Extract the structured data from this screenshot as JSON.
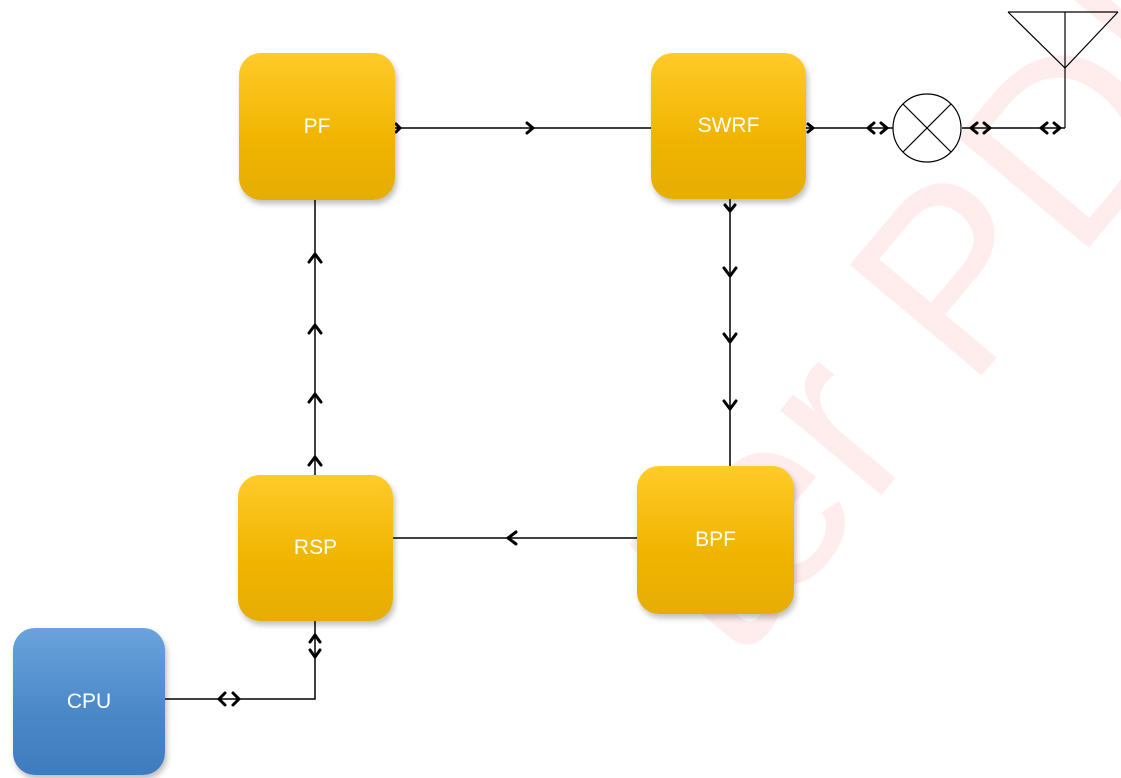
{
  "blocks": {
    "pf": "PF",
    "swrf": "SWRF",
    "bpf": "BPF",
    "rsp": "RSP",
    "cpu": "CPU"
  },
  "watermark": "ter PDF Ed",
  "colors": {
    "block_yellow": "#f5bc00",
    "block_blue": "#4a87c7",
    "line": "#000000",
    "watermark": "#ff0000"
  },
  "icons": [
    "mixer-icon",
    "antenna-icon"
  ]
}
